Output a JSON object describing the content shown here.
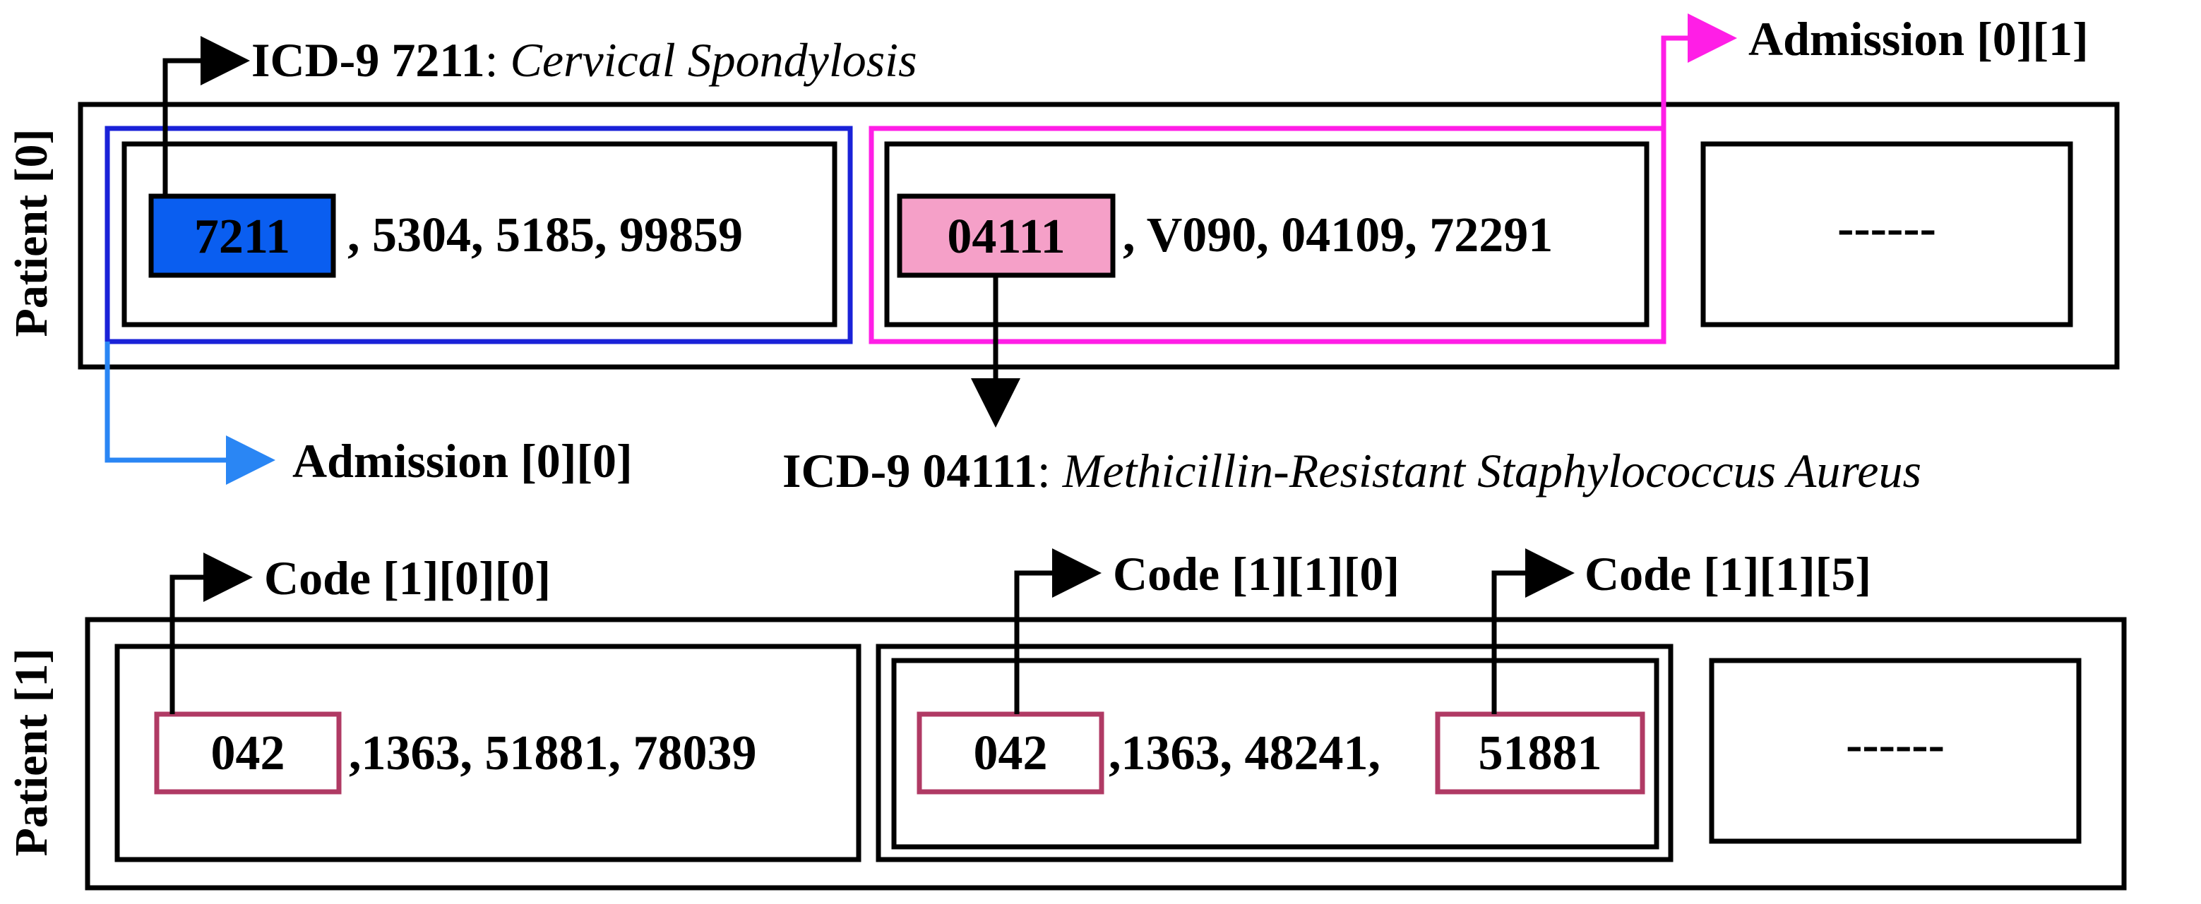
{
  "colors": {
    "blue_fill": "#0a5ef0",
    "blue_outline": "#1a22d8",
    "blue_arrow": "#2a86f4",
    "pink_fill": "#f5a0c8",
    "magenta": "#ff1ee6",
    "code_border": "#b03a64",
    "black": "#000000"
  },
  "patients": [
    {
      "label": "Patient [0]",
      "admissions": [
        {
          "highlight_code": "7211",
          "rest": ", 5304, 5185, 99859"
        },
        {
          "highlight_code": "04111",
          "rest": ", V090, 04109, 72291"
        },
        {
          "ellipsis": "------"
        }
      ],
      "annotations": {
        "icd_7211_prefix": "ICD-9 7211",
        "icd_7211_sep": ": ",
        "icd_7211_desc": "Cervical Spondylosis",
        "admission_01": "Admission [0][1]",
        "admission_00": "Admission [0][0]",
        "icd_04111_prefix": "ICD-9 04111",
        "icd_04111_sep": ": ",
        "icd_04111_desc": "Methicillin-Resistant Staphylococcus Aureus"
      }
    },
    {
      "label": "Patient [1]",
      "admissions": [
        {
          "code": "042",
          "rest": ",1363, 51881, 78039"
        },
        {
          "code": "042",
          "middle": ",1363, 48241,",
          "code2": "51881"
        },
        {
          "ellipsis": "------"
        }
      ],
      "annotations": {
        "code_100": "Code [1][0][0]",
        "code_110": "Code [1][1][0]",
        "code_115": "Code [1][1][5]"
      }
    }
  ]
}
